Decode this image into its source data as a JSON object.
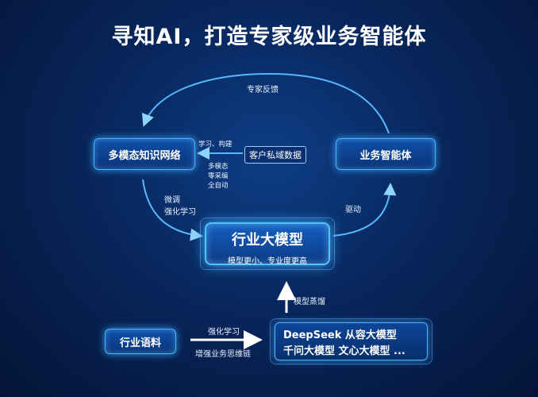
{
  "title": "寻知AI，打造专家级业务智能体",
  "nodes": {
    "knowledge_network": "多模态知识网络",
    "business_agent": "业务智能体",
    "private_data": "客户私域数据",
    "industry_model_title": "行业大模型",
    "industry_model_subtitle": "模型更小、专业度更高",
    "industry_corpus": "行业语料",
    "base_models_line1": "DeepSeek  从容大模型",
    "base_models_line2": "千问大模型  文心大模型 ..."
  },
  "edges": {
    "expert_feedback": "专家反馈",
    "learn_build": "学习、构建",
    "multimodal": "多模态",
    "zero_annotation": "零采编",
    "fully_auto": "全自动",
    "finetune": "微调",
    "reinforce": "强化学习",
    "drive": "驱动",
    "distill": "模型蒸馏",
    "rl_bottom": "强化学习",
    "enhance_reasoning": "增强业务思维链"
  },
  "colors": {
    "accent": "#3fb6ff",
    "background": "#08265c"
  }
}
